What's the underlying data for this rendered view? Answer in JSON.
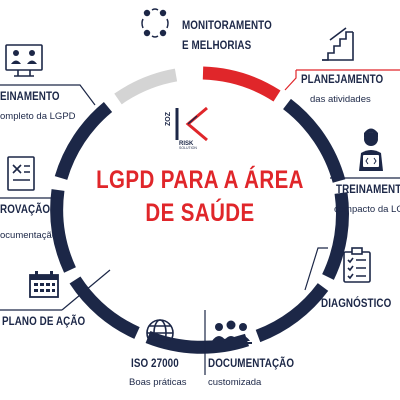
{
  "center": {
    "line1": "LGPD PARA A ÁREA",
    "line2": "DE SAÚDE"
  },
  "logo": {
    "text": "ZOZ",
    "sub1": "RISK",
    "sub2": "SOLUTION"
  },
  "colors": {
    "ring": "#1c2747",
    "accent": "#e0262a",
    "gray": "#d4d4d4"
  },
  "steps": [
    {
      "id": "monitoramento",
      "title1": "MONITORAMENTO",
      "title2": "E MELHORIAS",
      "icon": "cycle-arrows-icon"
    },
    {
      "id": "planejamento",
      "title": "PLANEJAMENTO",
      "subtitle": "das atividades",
      "icon": "stairs-icon"
    },
    {
      "id": "treinamento-right",
      "title": "TREINAMENTO",
      "subtitle": "compacto da LGPD",
      "icon": "developer-icon"
    },
    {
      "id": "diagnostico",
      "title": "DIAGNÓSTICO",
      "icon": "checklist-icon"
    },
    {
      "id": "documentacao",
      "title": "DOCUMENTAÇÃO",
      "subtitle": "customizada",
      "icon": "team-icon"
    },
    {
      "id": "iso",
      "title": "ISO 27000",
      "subtitle": "Boas práticas",
      "icon": "globe-icon"
    },
    {
      "id": "plano",
      "title": "PLANO DE AÇÃO",
      "icon": "calendar-icon"
    },
    {
      "id": "aprovacao",
      "title": "ROVAÇÃO",
      "subtitle": "ocumentação",
      "icon": "document-x-icon"
    },
    {
      "id": "treinamento-left",
      "title": "EINAMENTO",
      "subtitle": "ompleto da LGPD",
      "icon": "training-screen-icon"
    }
  ]
}
